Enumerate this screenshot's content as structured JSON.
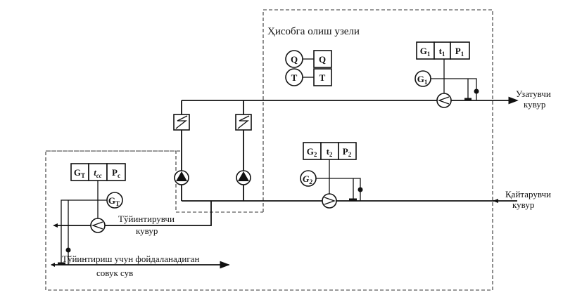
{
  "title": "Ҳисобга олиш узели",
  "labels": {
    "supply_1": "Узатувчи",
    "supply_2": "кувур",
    "return_1": "Қайтарувчи",
    "return_2": "кувур",
    "makeup_1": "Тўйинтирувчи",
    "makeup_2": "кувур",
    "cold_1": "Тўйинтириш учун фойдаланадиган",
    "cold_2": "совук сув"
  },
  "meters": {
    "q_circle": "Q",
    "q_box": "Q",
    "t_circle": "T",
    "t_box": "T",
    "supply": {
      "box": [
        {
          "main": "G",
          "sub": "1"
        },
        {
          "main": "t",
          "sub": "1"
        },
        {
          "main": "P",
          "sub": "1"
        }
      ],
      "circle": {
        "main": "G",
        "sub": "1"
      }
    },
    "return": {
      "box": [
        {
          "main": "G",
          "sub": "2"
        },
        {
          "main": "t",
          "sub": "2"
        },
        {
          "main": "P",
          "sub": "2"
        }
      ],
      "circle": {
        "main": "G",
        "sub": "2"
      }
    },
    "makeup": {
      "box": [
        {
          "main": "G",
          "sub": "T"
        },
        {
          "main": "t",
          "sub": "cc"
        },
        {
          "main": "P",
          "sub": "c"
        }
      ],
      "circle": {
        "main": "G",
        "sub": "T"
      }
    }
  }
}
